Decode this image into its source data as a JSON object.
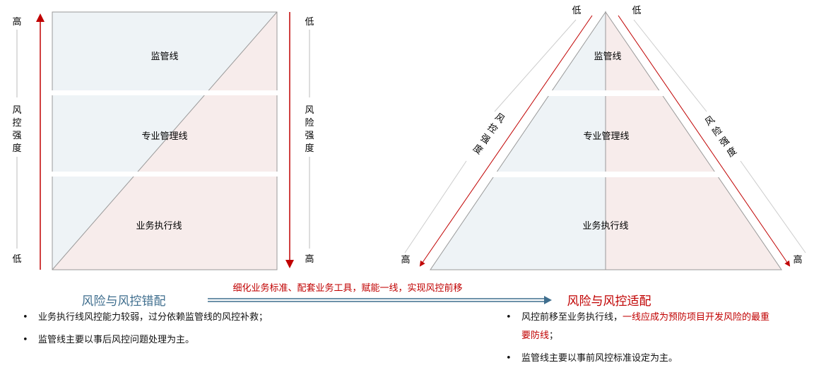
{
  "left_diagram": {
    "layers": [
      "监管线",
      "专业管理线",
      "业务执行线"
    ],
    "left_axis": {
      "top": "高",
      "label": [
        "风",
        "控",
        "强",
        "度"
      ],
      "bottom": "低"
    },
    "right_axis": {
      "top": "低",
      "label": [
        "风",
        "险",
        "强",
        "度"
      ],
      "bottom": "高"
    }
  },
  "right_diagram": {
    "layers": [
      "监管线",
      "专业管理线",
      "业务执行线"
    ],
    "left_axis": {
      "top": "低",
      "label": [
        "风",
        "控",
        "强",
        "度"
      ],
      "bottom": "高"
    },
    "right_axis": {
      "top": "低",
      "label": [
        "风",
        "险",
        "强",
        "度"
      ],
      "bottom": "高"
    }
  },
  "transition": {
    "arrow_label": "细化业务标准、配套业务工具，赋能一线，实现风控前移",
    "from_title": "风险与风控错配",
    "to_title": "风险与风控适配"
  },
  "left_bullets": [
    "业务执行线风控能力较弱，过分依赖监管线的风控补救；",
    "监管线主要以事后风控问题处理为主。"
  ],
  "right_bullets": {
    "b1_plain": "风控前移至业务执行线，",
    "b1_red": "一线应成为预防项目开发风险的最重要防线",
    "b1_end": "；",
    "b2": "监管线主要以事前风控标准设定为主。"
  },
  "colors": {
    "blue_fill": "#eef3f6",
    "pink_fill": "#f7eceb",
    "red": "#c00000",
    "steel": "#3f6e8e"
  }
}
